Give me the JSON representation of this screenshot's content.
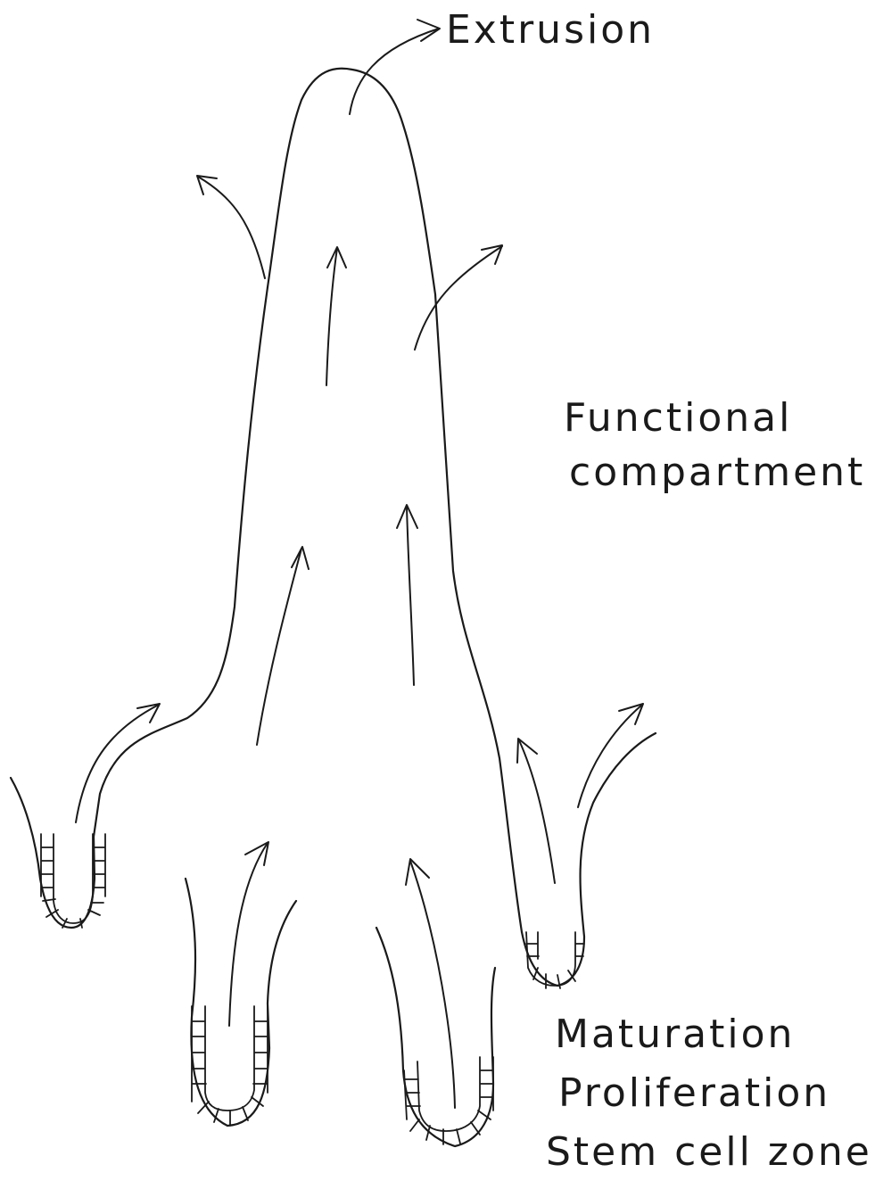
{
  "diagram": {
    "labels": {
      "extrusion": "Extrusion",
      "functional_line1": "Functional",
      "functional_line2": "compartment",
      "maturation": "Maturation",
      "proliferation": "Proliferation",
      "stem_cell_zone": "Stem cell zone"
    },
    "colors": {
      "ink": "#1a1a1a",
      "background": "#ffffff"
    }
  }
}
